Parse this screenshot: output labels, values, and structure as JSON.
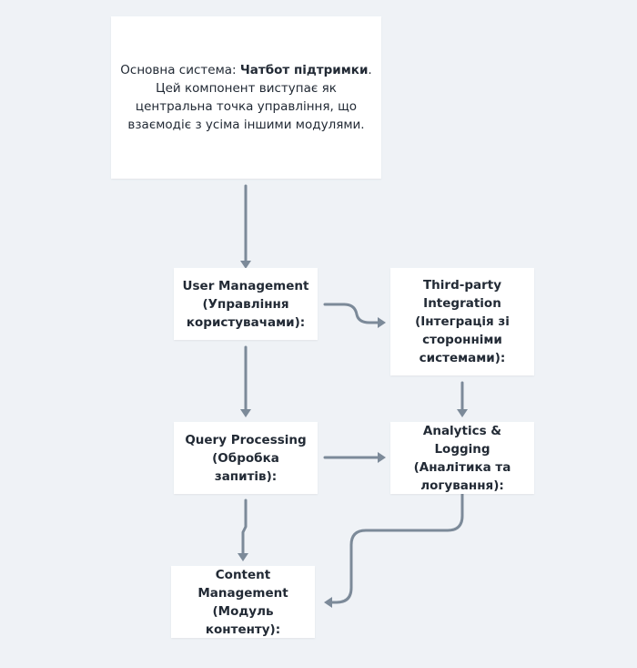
{
  "nodes": {
    "main": {
      "prefix": "Основна система: ",
      "bold": "Чатбот підтримки",
      "suffix": ". Цей компонент виступає як центральна точка управління, що взаємодіє з усіма іншими модулями."
    },
    "user_management": "User Management (Управління користувачами):",
    "third_party": "Third-party Integration (Інтеграція зі сторонніми системами):",
    "query_processing": "Query Processing (Обробка запитів):",
    "analytics_logging": "Analytics & Logging (Аналітика та логування):",
    "content_management": "Content Management (Модуль контенту):"
  },
  "colors": {
    "background": "#eff2f6",
    "node": "#ffffff",
    "edge": "#7c8a99",
    "text": "#222a35"
  }
}
